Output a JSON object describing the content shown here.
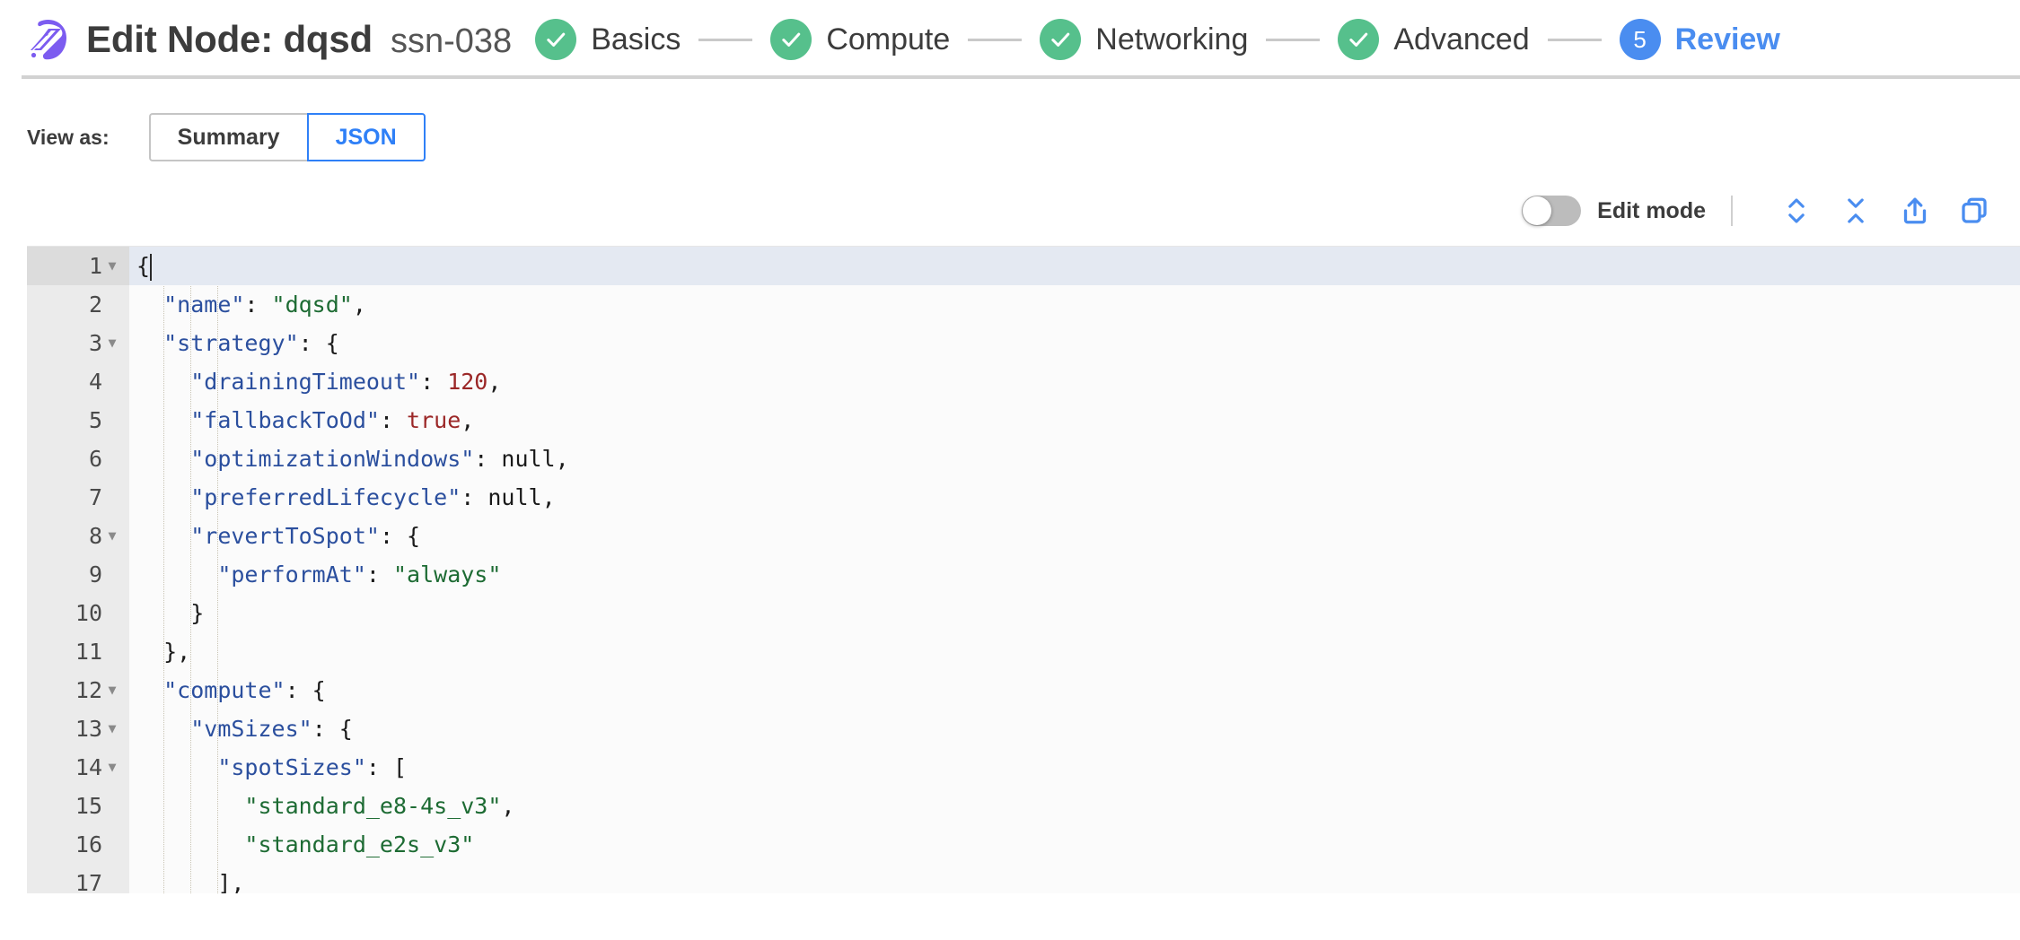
{
  "header": {
    "logo_icon": "spot-logo-icon",
    "title": "Edit Node: dqsd",
    "node_id": "ssn-038",
    "steps": [
      {
        "label": "Basics",
        "state": "done",
        "badge": "check-icon"
      },
      {
        "label": "Compute",
        "state": "done",
        "badge": "check-icon"
      },
      {
        "label": "Networking",
        "state": "done",
        "badge": "check-icon"
      },
      {
        "label": "Advanced",
        "state": "done",
        "badge": "check-icon"
      },
      {
        "label": "Review",
        "state": "active",
        "badge": "5"
      }
    ]
  },
  "view_as": {
    "label": "View as:",
    "options": [
      "Summary",
      "JSON"
    ],
    "selected": "JSON"
  },
  "toolbar": {
    "edit_mode_label": "Edit mode",
    "edit_mode_on": false,
    "icons": [
      "expand-all-icon",
      "collapse-all-icon",
      "export-icon",
      "copy-icon"
    ]
  },
  "colors": {
    "brand_purple": "#7c5cf0",
    "step_done_green": "#56c08c",
    "step_active_blue": "#4a8df0",
    "link_blue": "#2f80f7",
    "icon_blue": "#4a8df0",
    "json_key": "#2b4f9e",
    "json_string": "#1d6b33",
    "json_number": "#9b2727",
    "active_line_bg": "#e4e9f2"
  },
  "editor": {
    "active_line": 1,
    "lines": [
      {
        "n": 1,
        "fold": true,
        "indent": 0,
        "tokens": [
          {
            "t": "punct",
            "v": "{"
          },
          {
            "t": "cursor",
            "v": ""
          }
        ]
      },
      {
        "n": 2,
        "fold": false,
        "indent": 1,
        "tokens": [
          {
            "t": "key",
            "v": "\"name\""
          },
          {
            "t": "punct",
            "v": ": "
          },
          {
            "t": "str",
            "v": "\"dqsd\""
          },
          {
            "t": "punct",
            "v": ","
          }
        ]
      },
      {
        "n": 3,
        "fold": true,
        "indent": 1,
        "tokens": [
          {
            "t": "key",
            "v": "\"strategy\""
          },
          {
            "t": "punct",
            "v": ": {"
          }
        ]
      },
      {
        "n": 4,
        "fold": false,
        "indent": 2,
        "tokens": [
          {
            "t": "key",
            "v": "\"drainingTimeout\""
          },
          {
            "t": "punct",
            "v": ": "
          },
          {
            "t": "num",
            "v": "120"
          },
          {
            "t": "punct",
            "v": ","
          }
        ]
      },
      {
        "n": 5,
        "fold": false,
        "indent": 2,
        "tokens": [
          {
            "t": "key",
            "v": "\"fallbackToOd\""
          },
          {
            "t": "punct",
            "v": ": "
          },
          {
            "t": "bool",
            "v": "true"
          },
          {
            "t": "punct",
            "v": ","
          }
        ]
      },
      {
        "n": 6,
        "fold": false,
        "indent": 2,
        "tokens": [
          {
            "t": "key",
            "v": "\"optimizationWindows\""
          },
          {
            "t": "punct",
            "v": ": "
          },
          {
            "t": "null",
            "v": "null"
          },
          {
            "t": "punct",
            "v": ","
          }
        ]
      },
      {
        "n": 7,
        "fold": false,
        "indent": 2,
        "tokens": [
          {
            "t": "key",
            "v": "\"preferredLifecycle\""
          },
          {
            "t": "punct",
            "v": ": "
          },
          {
            "t": "null",
            "v": "null"
          },
          {
            "t": "punct",
            "v": ","
          }
        ]
      },
      {
        "n": 8,
        "fold": true,
        "indent": 2,
        "tokens": [
          {
            "t": "key",
            "v": "\"revertToSpot\""
          },
          {
            "t": "punct",
            "v": ": {"
          }
        ]
      },
      {
        "n": 9,
        "fold": false,
        "indent": 3,
        "tokens": [
          {
            "t": "key",
            "v": "\"performAt\""
          },
          {
            "t": "punct",
            "v": ": "
          },
          {
            "t": "str",
            "v": "\"always\""
          }
        ]
      },
      {
        "n": 10,
        "fold": false,
        "indent": 2,
        "tokens": [
          {
            "t": "punct",
            "v": "}"
          }
        ]
      },
      {
        "n": 11,
        "fold": false,
        "indent": 1,
        "tokens": [
          {
            "t": "punct",
            "v": "},"
          }
        ]
      },
      {
        "n": 12,
        "fold": true,
        "indent": 1,
        "tokens": [
          {
            "t": "key",
            "v": "\"compute\""
          },
          {
            "t": "punct",
            "v": ": {"
          }
        ]
      },
      {
        "n": 13,
        "fold": true,
        "indent": 2,
        "tokens": [
          {
            "t": "key",
            "v": "\"vmSizes\""
          },
          {
            "t": "punct",
            "v": ": {"
          }
        ]
      },
      {
        "n": 14,
        "fold": true,
        "indent": 3,
        "tokens": [
          {
            "t": "key",
            "v": "\"spotSizes\""
          },
          {
            "t": "punct",
            "v": ": ["
          }
        ]
      },
      {
        "n": 15,
        "fold": false,
        "indent": 4,
        "tokens": [
          {
            "t": "str",
            "v": "\"standard_e8-4s_v3\""
          },
          {
            "t": "punct",
            "v": ","
          }
        ]
      },
      {
        "n": 16,
        "fold": false,
        "indent": 4,
        "tokens": [
          {
            "t": "str",
            "v": "\"standard_e2s_v3\""
          }
        ]
      },
      {
        "n": 17,
        "fold": false,
        "indent": 3,
        "tokens": [
          {
            "t": "punct",
            "v": "],"
          }
        ]
      }
    ]
  }
}
